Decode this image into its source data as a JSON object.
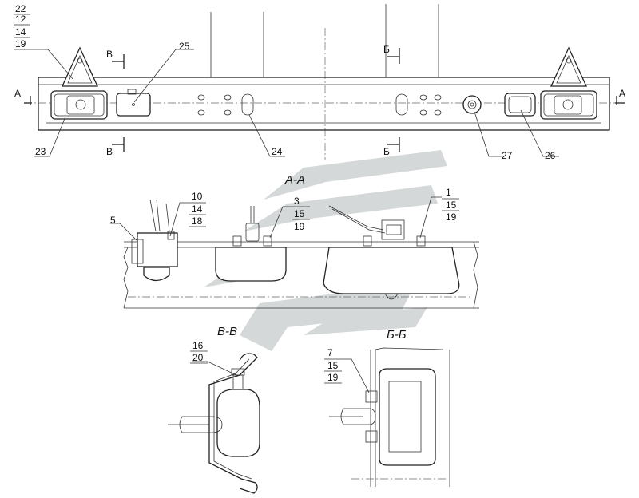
{
  "callouts": {
    "c22": [
      "22",
      "12",
      "14",
      "19"
    ],
    "c25": [
      "25"
    ],
    "c23": [
      "23"
    ],
    "c24": [
      "24"
    ],
    "c27": [
      "27"
    ],
    "c26": [
      "26"
    ],
    "c5": [
      "5"
    ],
    "c10": [
      "10",
      "14",
      "18"
    ],
    "c3": [
      "3",
      "15",
      "19"
    ],
    "c1": [
      "1",
      "15",
      "19"
    ],
    "c16": [
      "16",
      "20"
    ],
    "c7": [
      "7",
      "15",
      "19"
    ]
  },
  "section_marks": {
    "A": "А",
    "B": "Б",
    "V": "В"
  },
  "section_titles": {
    "aa": "А-А",
    "vv": "В-В",
    "bb": "Б-Б"
  }
}
